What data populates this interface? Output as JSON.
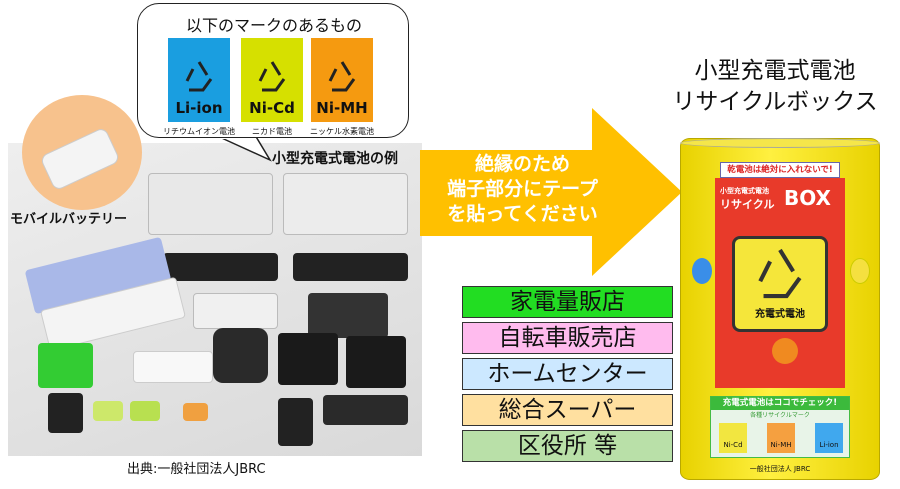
{
  "bubble": {
    "title": "以下のマークのあるもの",
    "marks": [
      {
        "code": "Li-ion",
        "name": "リチウムイオン電池",
        "color": "#1a9ee0"
      },
      {
        "code": "Ni-Cd",
        "name": "ニカド電池",
        "color": "#d6e000"
      },
      {
        "code": "Ni-MH",
        "name": "ニッケル水素電池",
        "color": "#f59a10"
      }
    ]
  },
  "photo": {
    "example_label": "小型充電式電池の例",
    "mobile_label": "モバイルバッテリー",
    "credit": "出典:一般社団法人JBRC"
  },
  "arrow": {
    "lines": [
      "絶縁のため",
      "端子部分にテープ",
      "を貼ってください"
    ],
    "color": "#ffc000"
  },
  "box_title": [
    "小型充電式電池",
    "リサイクルボックス"
  ],
  "can": {
    "warning": "乾電池は絶対に入れないで!",
    "sub": "小型充電式電池",
    "name": "リサイクル",
    "box": "BOX",
    "center": "充電式電池",
    "check": "充電式電池はココでチェック!",
    "marks_title": "各種リサイクルマーク",
    "marks": [
      "Ni-Cd",
      "Ni-MH",
      "Li-ion"
    ],
    "org": "一般社団法人 JBRC"
  },
  "stores": [
    {
      "label": "家電量販店",
      "color": "#22dd22"
    },
    {
      "label": "自転車販売店",
      "color": "#ffbbee"
    },
    {
      "label": "ホームセンター",
      "color": "#cce8ff"
    },
    {
      "label": "総合スーパー",
      "color": "#ffe0a0"
    },
    {
      "label": "区役所 等",
      "color": "#b9e0a8"
    }
  ]
}
